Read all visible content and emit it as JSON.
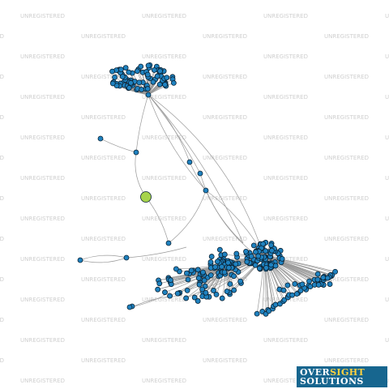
{
  "watermark": {
    "text": "UNREGISTERED"
  },
  "logo": {
    "line1_a": "OVER",
    "line1_b": "SIGHT",
    "line2": "SOLUTIONS"
  },
  "colors": {
    "background": "#ffffff",
    "edge": "#9a9a9a",
    "node_fill": "#1f82c0",
    "node_stroke": "#0b2233",
    "focus_node_fill": "#a6d34b",
    "watermark": "#cfcfcf",
    "logo_bg": "#17668f",
    "logo_highlight": "#ffd23f"
  }
}
